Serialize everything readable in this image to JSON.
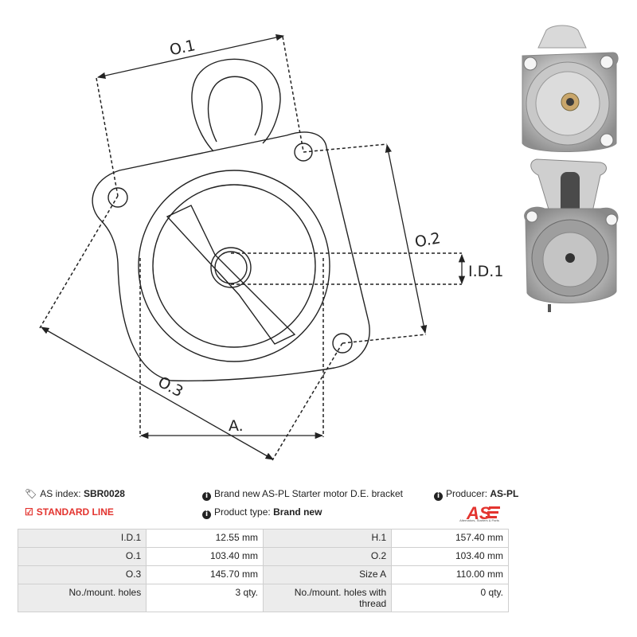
{
  "dimensions": {
    "o1": "O.1",
    "o2": "O.2",
    "o3": "O.3",
    "id1": "I.D.1",
    "a": "A."
  },
  "info": {
    "as_index_label": "AS index:",
    "as_index_value": "SBR0028",
    "standard_line": "STANDARD LINE",
    "description": "Brand new AS-PL Starter motor D.E. bracket",
    "product_type_label": "Product type:",
    "product_type_value": "Brand new",
    "producer_label": "Producer:",
    "producer_value": "AS-PL",
    "logo_text": "AS",
    "logo_tagline": "Alternators, Starters & Parts"
  },
  "specs": [
    [
      "I.D.1",
      "12.55 mm",
      "H.1",
      "157.40 mm"
    ],
    [
      "O.1",
      "103.40 mm",
      "O.2",
      "103.40 mm"
    ],
    [
      "O.3",
      "145.70 mm",
      "Size A",
      "110.00 mm"
    ],
    [
      "No./mount. holes",
      "3 qty.",
      "No./mount. holes with thread",
      "0 qty."
    ]
  ],
  "colors": {
    "accent": "#e3342f",
    "label_bg": "#ececec",
    "border": "#cfcfcf"
  }
}
